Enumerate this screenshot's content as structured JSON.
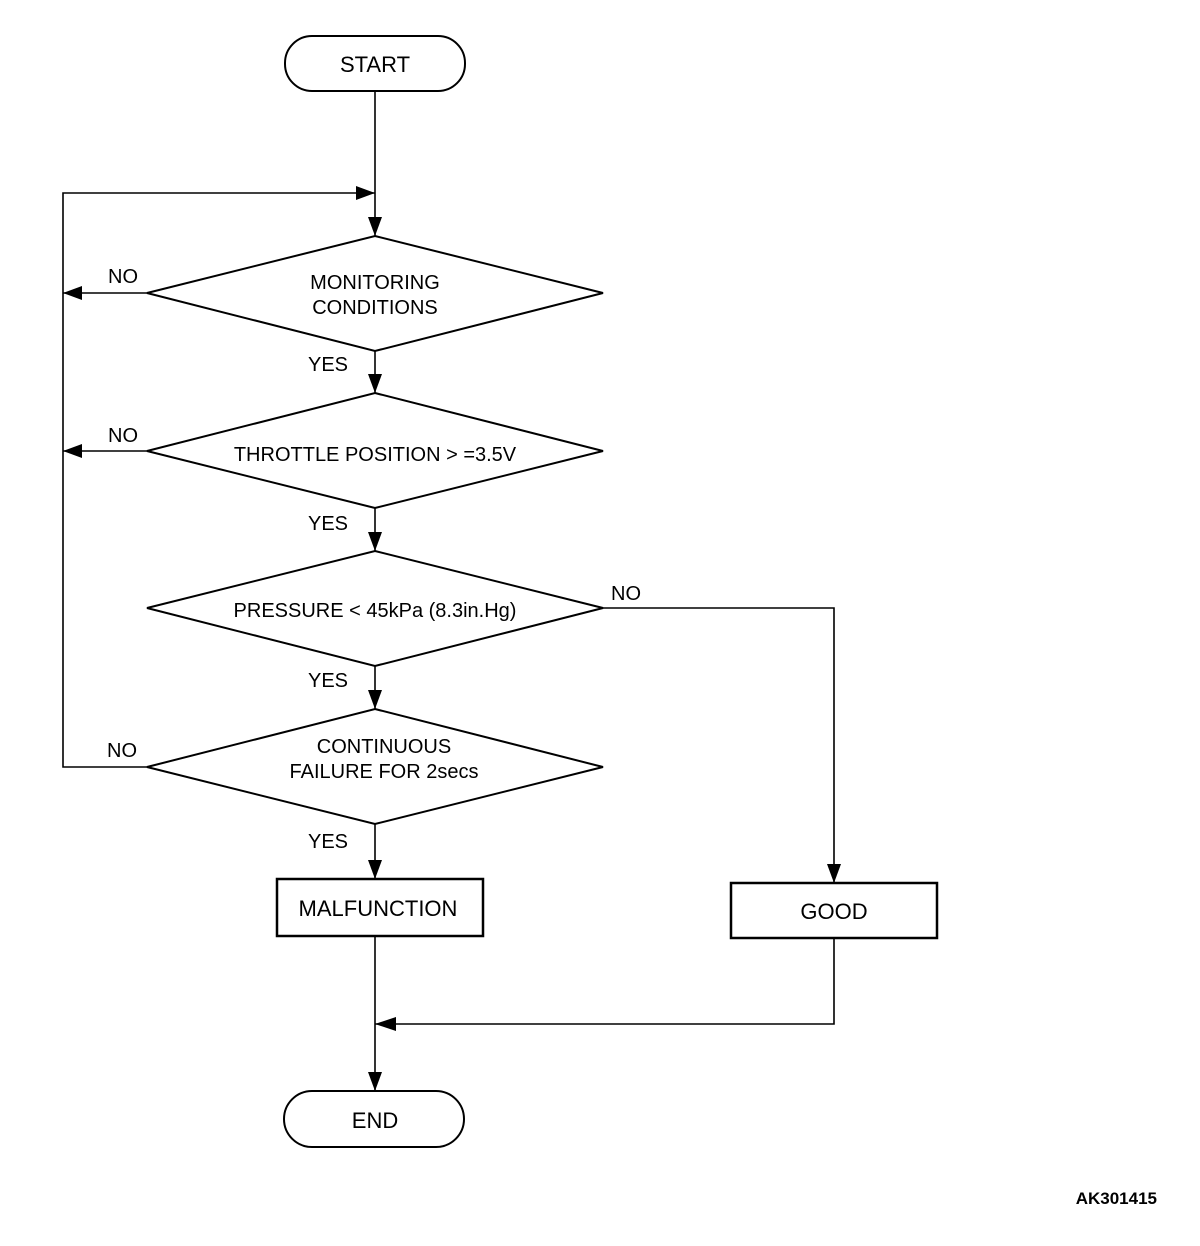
{
  "flowchart": {
    "start": "START",
    "end": "END",
    "decisions": [
      {
        "line1": "MONITORING",
        "line2": "CONDITIONS",
        "yes": "YES",
        "no": "NO"
      },
      {
        "line1": "THROTTLE POSITION > =3.5V",
        "line2": "",
        "yes": "YES",
        "no": "NO"
      },
      {
        "line1": "PRESSURE < 45kPa (8.3in.Hg)",
        "line2": "",
        "yes": "YES",
        "no": "NO"
      },
      {
        "line1": "CONTINUOUS",
        "line2": "FAILURE FOR 2secs",
        "yes": "YES",
        "no": "NO"
      }
    ],
    "outcomes": {
      "malfunction": "MALFUNCTION",
      "good": "GOOD"
    }
  },
  "figure_id": "AK301415",
  "colors": {
    "stroke": "#000000",
    "background": "#ffffff"
  }
}
